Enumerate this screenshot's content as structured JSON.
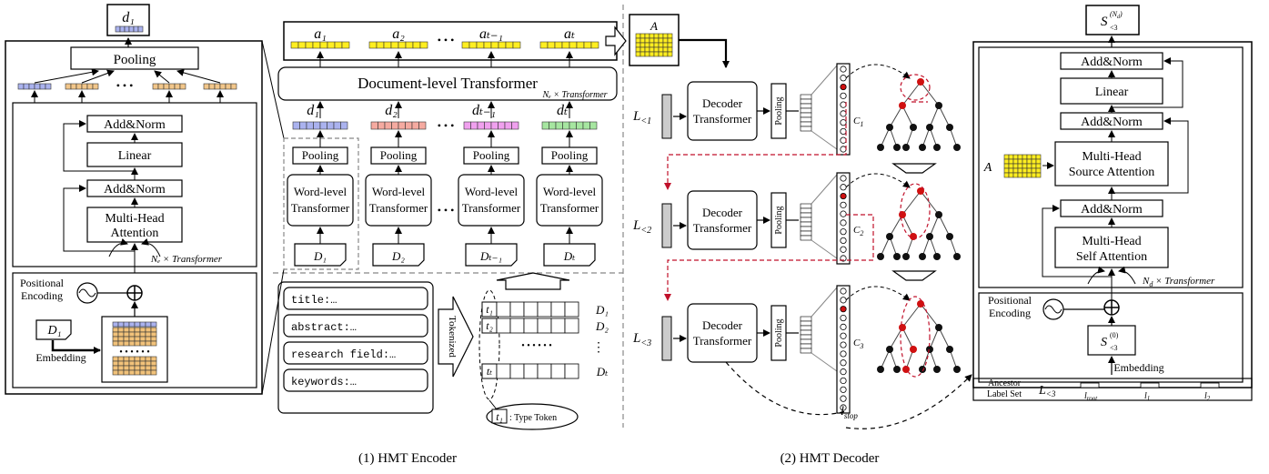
{
  "colors": {
    "blue": "#aab2ee",
    "orange": "#f2c68a",
    "red": "#f5aaa0",
    "pink": "#f0a0ee",
    "green": "#a6e6a0",
    "yellow": "#ffee20",
    "grid_orange": "#f2c27a",
    "node_red": "#d01010",
    "dash_red": "#c0102a"
  },
  "encoder_left": {
    "d1": "d₁",
    "pooling": "Pooling",
    "dots": "• • •",
    "add_norm_top": "Add&Norm",
    "linear": "Linear",
    "add_norm_bottom": "Add&Norm",
    "mha_line1": "Multi-Head",
    "mha_line2": "Attention",
    "ne_transformer": "Nₑ × Transformer",
    "positional_line1": "Positional",
    "positional_line2": "Encoding",
    "doc_d1": "D₁",
    "embedding": "Embedding",
    "plus": "⊕"
  },
  "encoder_main": {
    "a_labels": [
      "a₁",
      "a₂",
      "a_{T−1}",
      "a_T"
    ],
    "a_display": [
      "a₁",
      "a₂",
      "aₜ₋₁",
      "aₜ"
    ],
    "a_dots": "• • •",
    "doc_transformer": "Document-level Transformer",
    "doc_ne": "Nₑ × Transformer",
    "d_labels": [
      "d₁",
      "d₂",
      "dₜ₋₁",
      "dₜ"
    ],
    "d_dots": "• • •",
    "pooling": "Pooling",
    "word_level_line1": "Word-level",
    "word_level_line2": "Transformer",
    "mid_dots": "• • •",
    "doc_names": [
      "D₁",
      "D₂",
      "Dₜ₋₁",
      "Dₜ"
    ],
    "fields": [
      "title:…",
      "abstract:…",
      "research field:…",
      "keywords:…"
    ],
    "tokenized": "Tokenized",
    "token_rows": [
      "t₁",
      "t₂",
      "tₜ"
    ],
    "row_docs": [
      "D₁",
      "D₂",
      "Dₜ"
    ],
    "vdots": "⋮",
    "hdots": "• • • • • •",
    "type_token_t": "t₁",
    "type_token_label": ": Type Token"
  },
  "decoder": {
    "A": "A",
    "L_labels": [
      "L₍<1₎",
      "L₍<2₎",
      "L₍<3₎"
    ],
    "L_display": [
      "L",
      "L",
      "L"
    ],
    "L_subs": [
      "<1",
      "<2",
      "<3"
    ],
    "decoder_line1": "Decoder",
    "decoder_line2": "Transformer",
    "pooling": "Pooling",
    "c_labels": [
      "C",
      "C",
      "C"
    ],
    "c_subs": [
      "1",
      "2",
      "3"
    ],
    "l_stop": "l",
    "l_stop_sub": "stop"
  },
  "decoder_right": {
    "output": "S",
    "output_sup": "(N",
    "output_sup_d": "d",
    "output_sup_close": ")",
    "output_sub": "<3",
    "add_norm_1": "Add&Norm",
    "linear": "Linear",
    "add_norm_2": "Add&Norm",
    "mhsa_line1": "Multi-Head",
    "mhsa_line2": "Source Attention",
    "add_norm_3": "Add&Norm",
    "mhself_line1": "Multi-Head",
    "mhself_line2": "Self Attention",
    "nd_transformer_N": "N",
    "nd_transformer_sub": "d",
    "nd_transformer_rest": " × Transformer",
    "A": "A",
    "positional_line1": "Positional",
    "positional_line2": "Encoding",
    "s0": "S",
    "s0_sup": "(0)",
    "s0_sub": "<3",
    "embedding": "Embedding",
    "ancestor_line1": "Ancestor",
    "ancestor_line2": "Label Set",
    "L": "L",
    "L_sub": "<3",
    "label_names": [
      "l",
      "l",
      "l"
    ],
    "label_subs": [
      "root",
      "1",
      "2"
    ]
  },
  "captions": {
    "encoder": "(1)  HMT Encoder",
    "decoder": "(2)  HMT Decoder"
  }
}
